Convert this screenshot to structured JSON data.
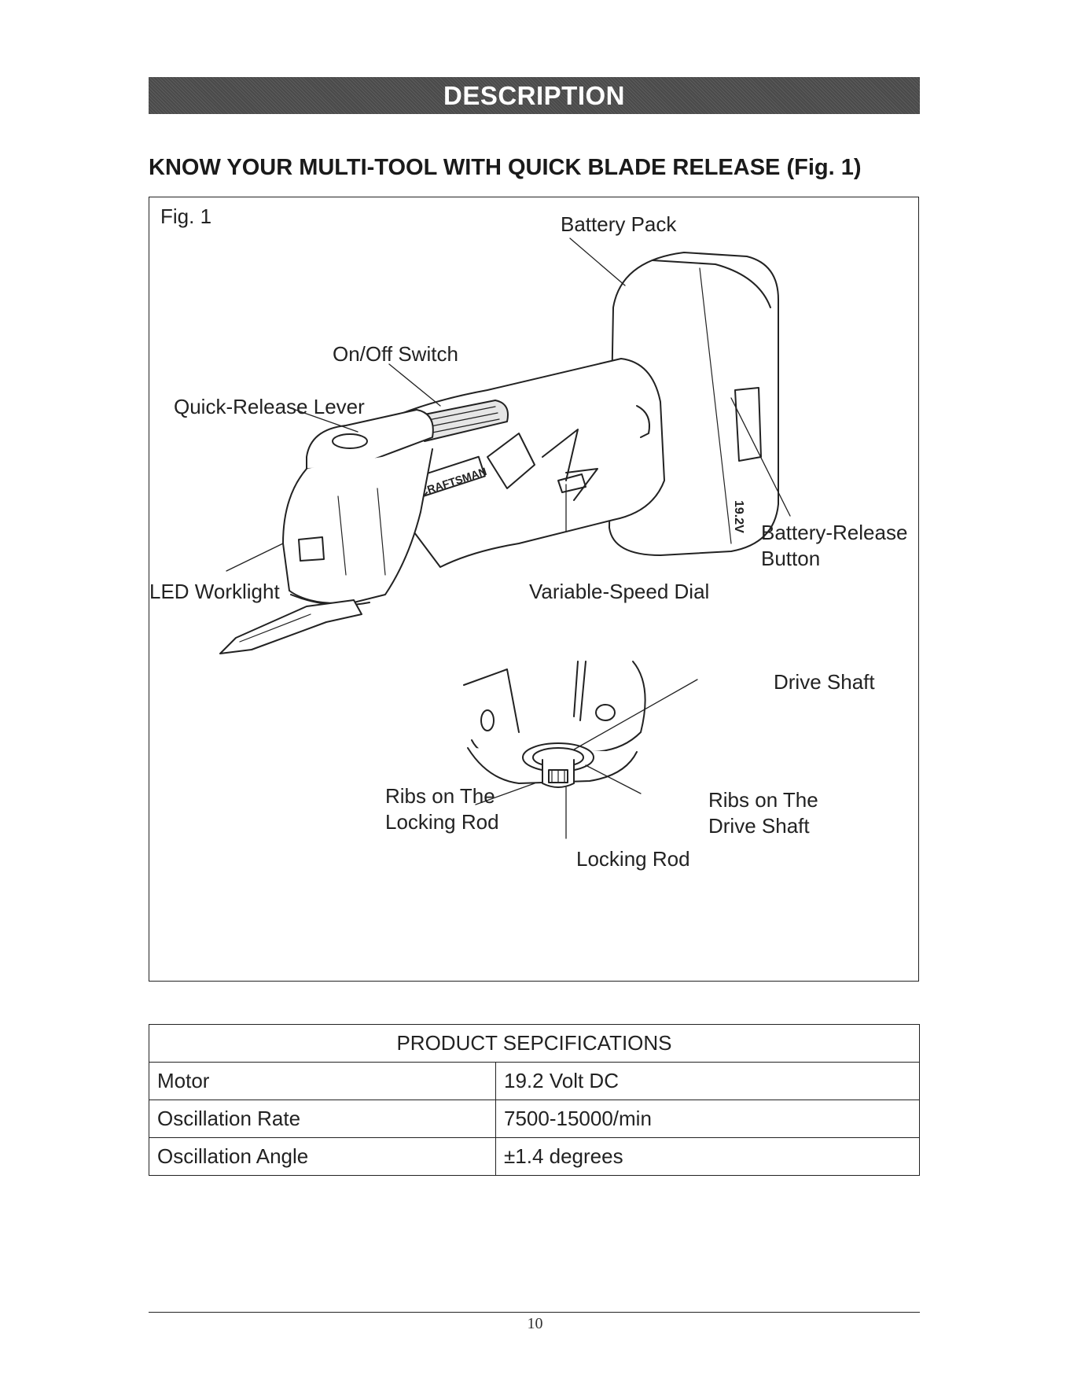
{
  "banner": {
    "title": "DESCRIPTION"
  },
  "section": {
    "heading": "KNOW YOUR MULTI-TOOL WITH QUICK BLADE RELEASE (Fig. 1)"
  },
  "figure": {
    "caption": "Fig. 1",
    "brand_text": "CRAFTSMAN",
    "battery_voltage_text": "19.2V",
    "labels": {
      "battery_pack": "Battery Pack",
      "on_off_switch": "On/Off Switch",
      "quick_release_lever": "Quick-Release Lever",
      "battery_release_line1": "Battery-Release",
      "battery_release_line2": "Button",
      "led_worklight": "LED Worklight",
      "variable_speed_dial": "Variable-Speed Dial",
      "drive_shaft": "Drive Shaft",
      "ribs_locking_line1": "Ribs on The",
      "ribs_locking_line2": "Locking Rod",
      "ribs_drive_line1": "Ribs on The",
      "ribs_drive_line2": "Drive Shaft",
      "locking_rod": "Locking Rod"
    }
  },
  "specs": {
    "title": "PRODUCT SEPCIFICATIONS",
    "rows": [
      {
        "key": "Motor",
        "value": "19.2 Volt DC"
      },
      {
        "key": "Oscillation Rate",
        "value": "7500-15000/min"
      },
      {
        "key": "Oscillation Angle",
        "value": "±1.4 degrees"
      }
    ]
  },
  "footer": {
    "page_number": "10"
  }
}
